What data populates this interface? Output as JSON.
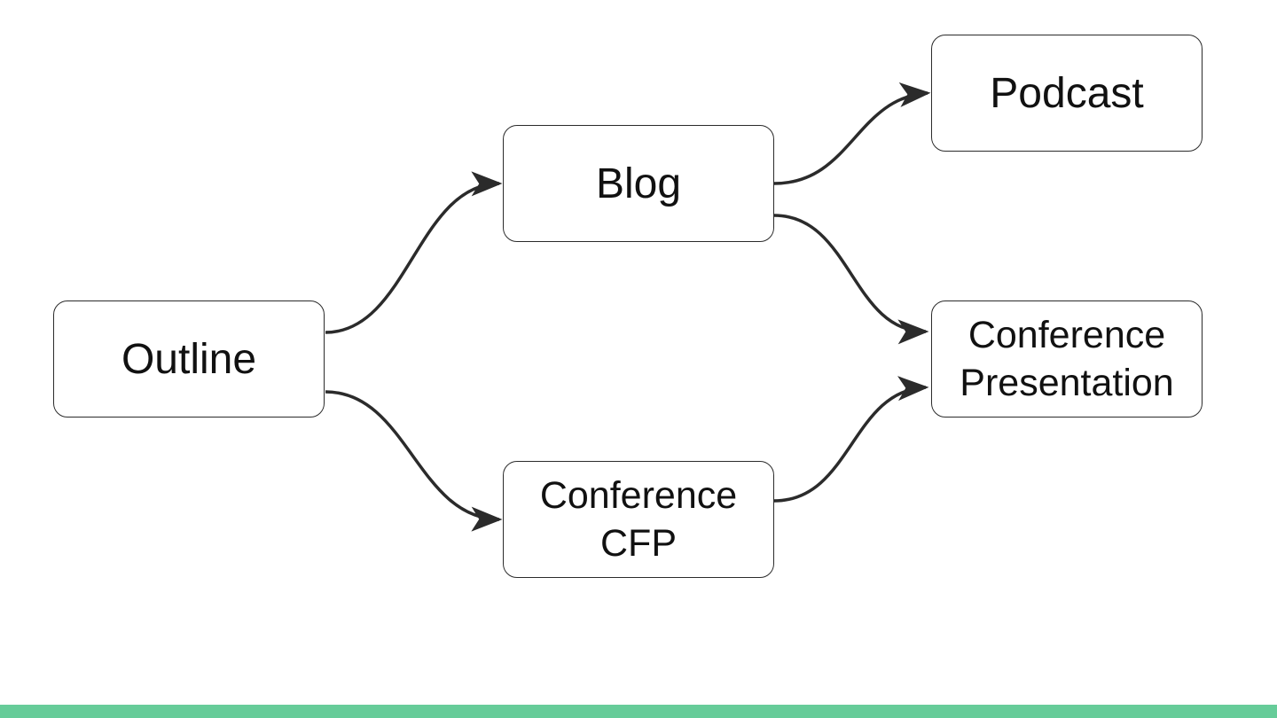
{
  "diagram": {
    "nodes": {
      "outline": {
        "lines": [
          "Outline"
        ]
      },
      "blog": {
        "lines": [
          "Blog"
        ]
      },
      "conference_cfp": {
        "lines": [
          "Conference",
          "CFP"
        ]
      },
      "podcast": {
        "lines": [
          "Podcast"
        ]
      },
      "conference_presentation": {
        "lines": [
          "Conference",
          "Presentation"
        ]
      }
    },
    "edges": [
      {
        "from": "Outline",
        "to": "Blog"
      },
      {
        "from": "Outline",
        "to": "Conference CFP"
      },
      {
        "from": "Blog",
        "to": "Podcast"
      },
      {
        "from": "Blog",
        "to": "Conference Presentation"
      },
      {
        "from": "Conference CFP",
        "to": "Conference Presentation"
      }
    ]
  },
  "colors": {
    "node_border": "#2b2b2b",
    "arrow": "#2b2b2b",
    "footer_bar": "#66cc99",
    "background": "#ffffff"
  }
}
